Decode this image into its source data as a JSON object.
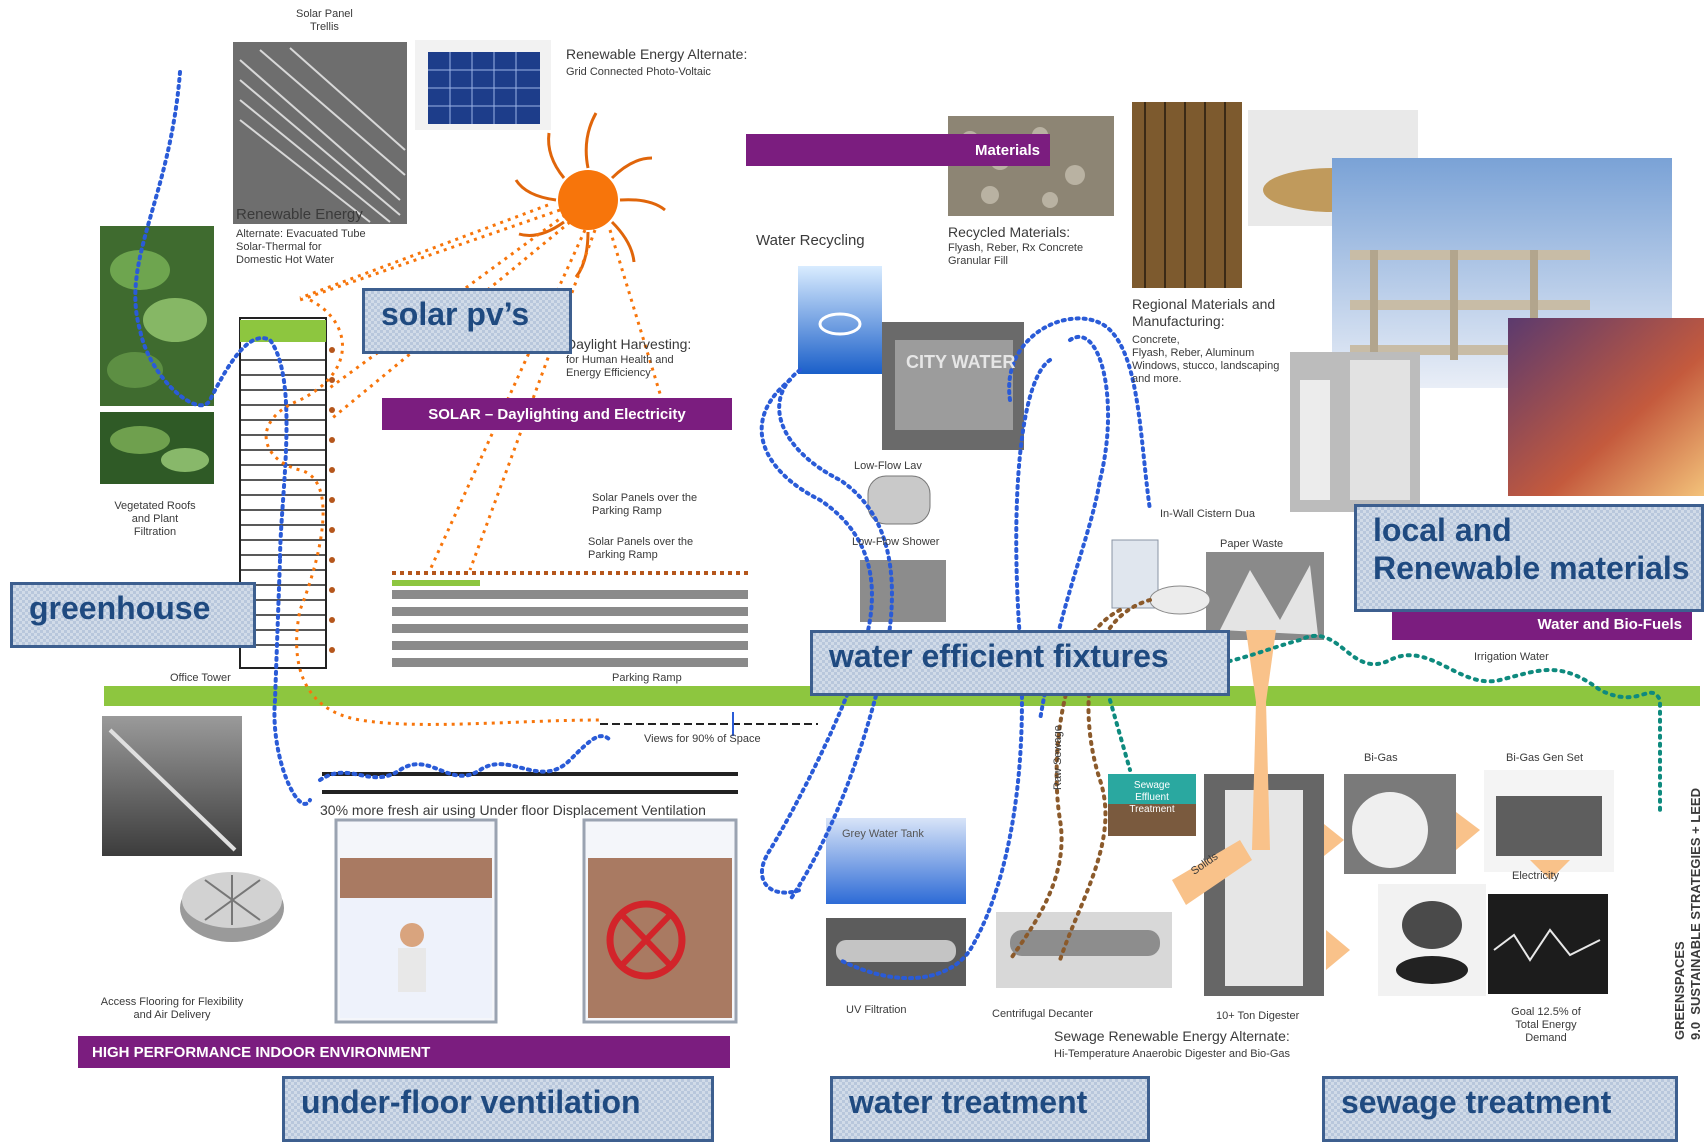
{
  "labels": {
    "solar_panel_trellis": "Solar Panel\nTrellis",
    "renewable_alt_title": "Renewable Energy Alternate:",
    "renewable_alt_sub": "Grid Connected Photo-Voltaic",
    "evac_tube_title": "Renewable Energy",
    "evac_tube_body": "Alternate: Evacuated Tube\nSolar-Thermal for\nDomestic Hot Water",
    "daylight_harvesting": "Daylight Harvesting:",
    "daylight_body": "for Human Health and\nEnergy Efficiency",
    "vegetated_roofs": "Vegetated Roofs\nand Plant\nFiltration",
    "office_tower": "Office Tower",
    "parking_ramp": "Parking Ramp",
    "solar_panels_ramp_1": "Solar Panels over the\nParking Ramp",
    "solar_panels_ramp_2": "Solar Panels over the\nParking Ramp",
    "views": "Views for 90% of Space",
    "fresh_air": "30% more fresh air using Under floor Displacement Ventilation",
    "access_flooring": "Access Flooring for Flexibility\nand Air Delivery",
    "water_recycling": "Water Recycling",
    "city_water": "CITY WATER",
    "low_flow_lav": "Low-Flow Lav",
    "low_flow_shower": "Low-Flow Shower",
    "grey_water_tank": "Grey Water Tank",
    "uv_filtration": "UV Filtration",
    "recycled_title": "Recycled Materials:",
    "recycled_body": "Flyash, Reber, Rx Concrete\nGranular Fill",
    "regional_title": "Regional Materials and\nManufacturing:",
    "regional_body": "Concrete,\nFlyash, Reber, Aluminum\nWindows, stucco, landscaping\nand more.",
    "in_wall_cistern": "In-Wall Cistern Dua",
    "paper_waste": "Paper Waste",
    "raw_sewage": "Raw Sewage",
    "sewage_effluent": "Sewage\nEffluent\nTreatment",
    "solids": "Solids",
    "centrifugal": "Centrifugal Decanter",
    "digester": "10+ Ton Digester",
    "bi_gas": "Bi-Gas",
    "bi_gas_gen": "Bi-Gas Gen Set",
    "electricity": "Electricity",
    "goal": "Goal 12.5% of\nTotal Energy\nDemand",
    "sewage_alt_title": "Sewage Renewable Energy Alternate:",
    "sewage_alt_body": "Hi-Temperature Anaerobic Digester and Bio-Gas",
    "irrigation_water": "Irrigation Water",
    "greenspaces": "GREENSPACES\n9.0  SUSTAINABLE STRATEGIES + LEED"
  },
  "banners": {
    "materials": "Materials",
    "solar": "SOLAR – Daylighting and Electricity",
    "water_biofuels": "Water and Bio-Fuels",
    "hpie": "HIGH PERFORMANCE INDOOR ENVIRONMENT"
  },
  "callouts": {
    "solar_pv": "solar pv’s",
    "greenhouse": "greenhouse",
    "local_materials_1": "local and",
    "local_materials_2": "Renewable materials",
    "water_fixtures": "water efficient fixtures",
    "under_floor": "under-floor ventilation",
    "water_treatment": "water treatment",
    "sewage_treatment": "sewage treatment"
  },
  "colors": {
    "purple": "#7b1d7f",
    "green_bar": "#8dc63f",
    "sun": "#f7750b",
    "blue_flow": "#2a5bd7",
    "callout_text": "#1f4a80",
    "callout_bg": "#b8c7dc"
  }
}
